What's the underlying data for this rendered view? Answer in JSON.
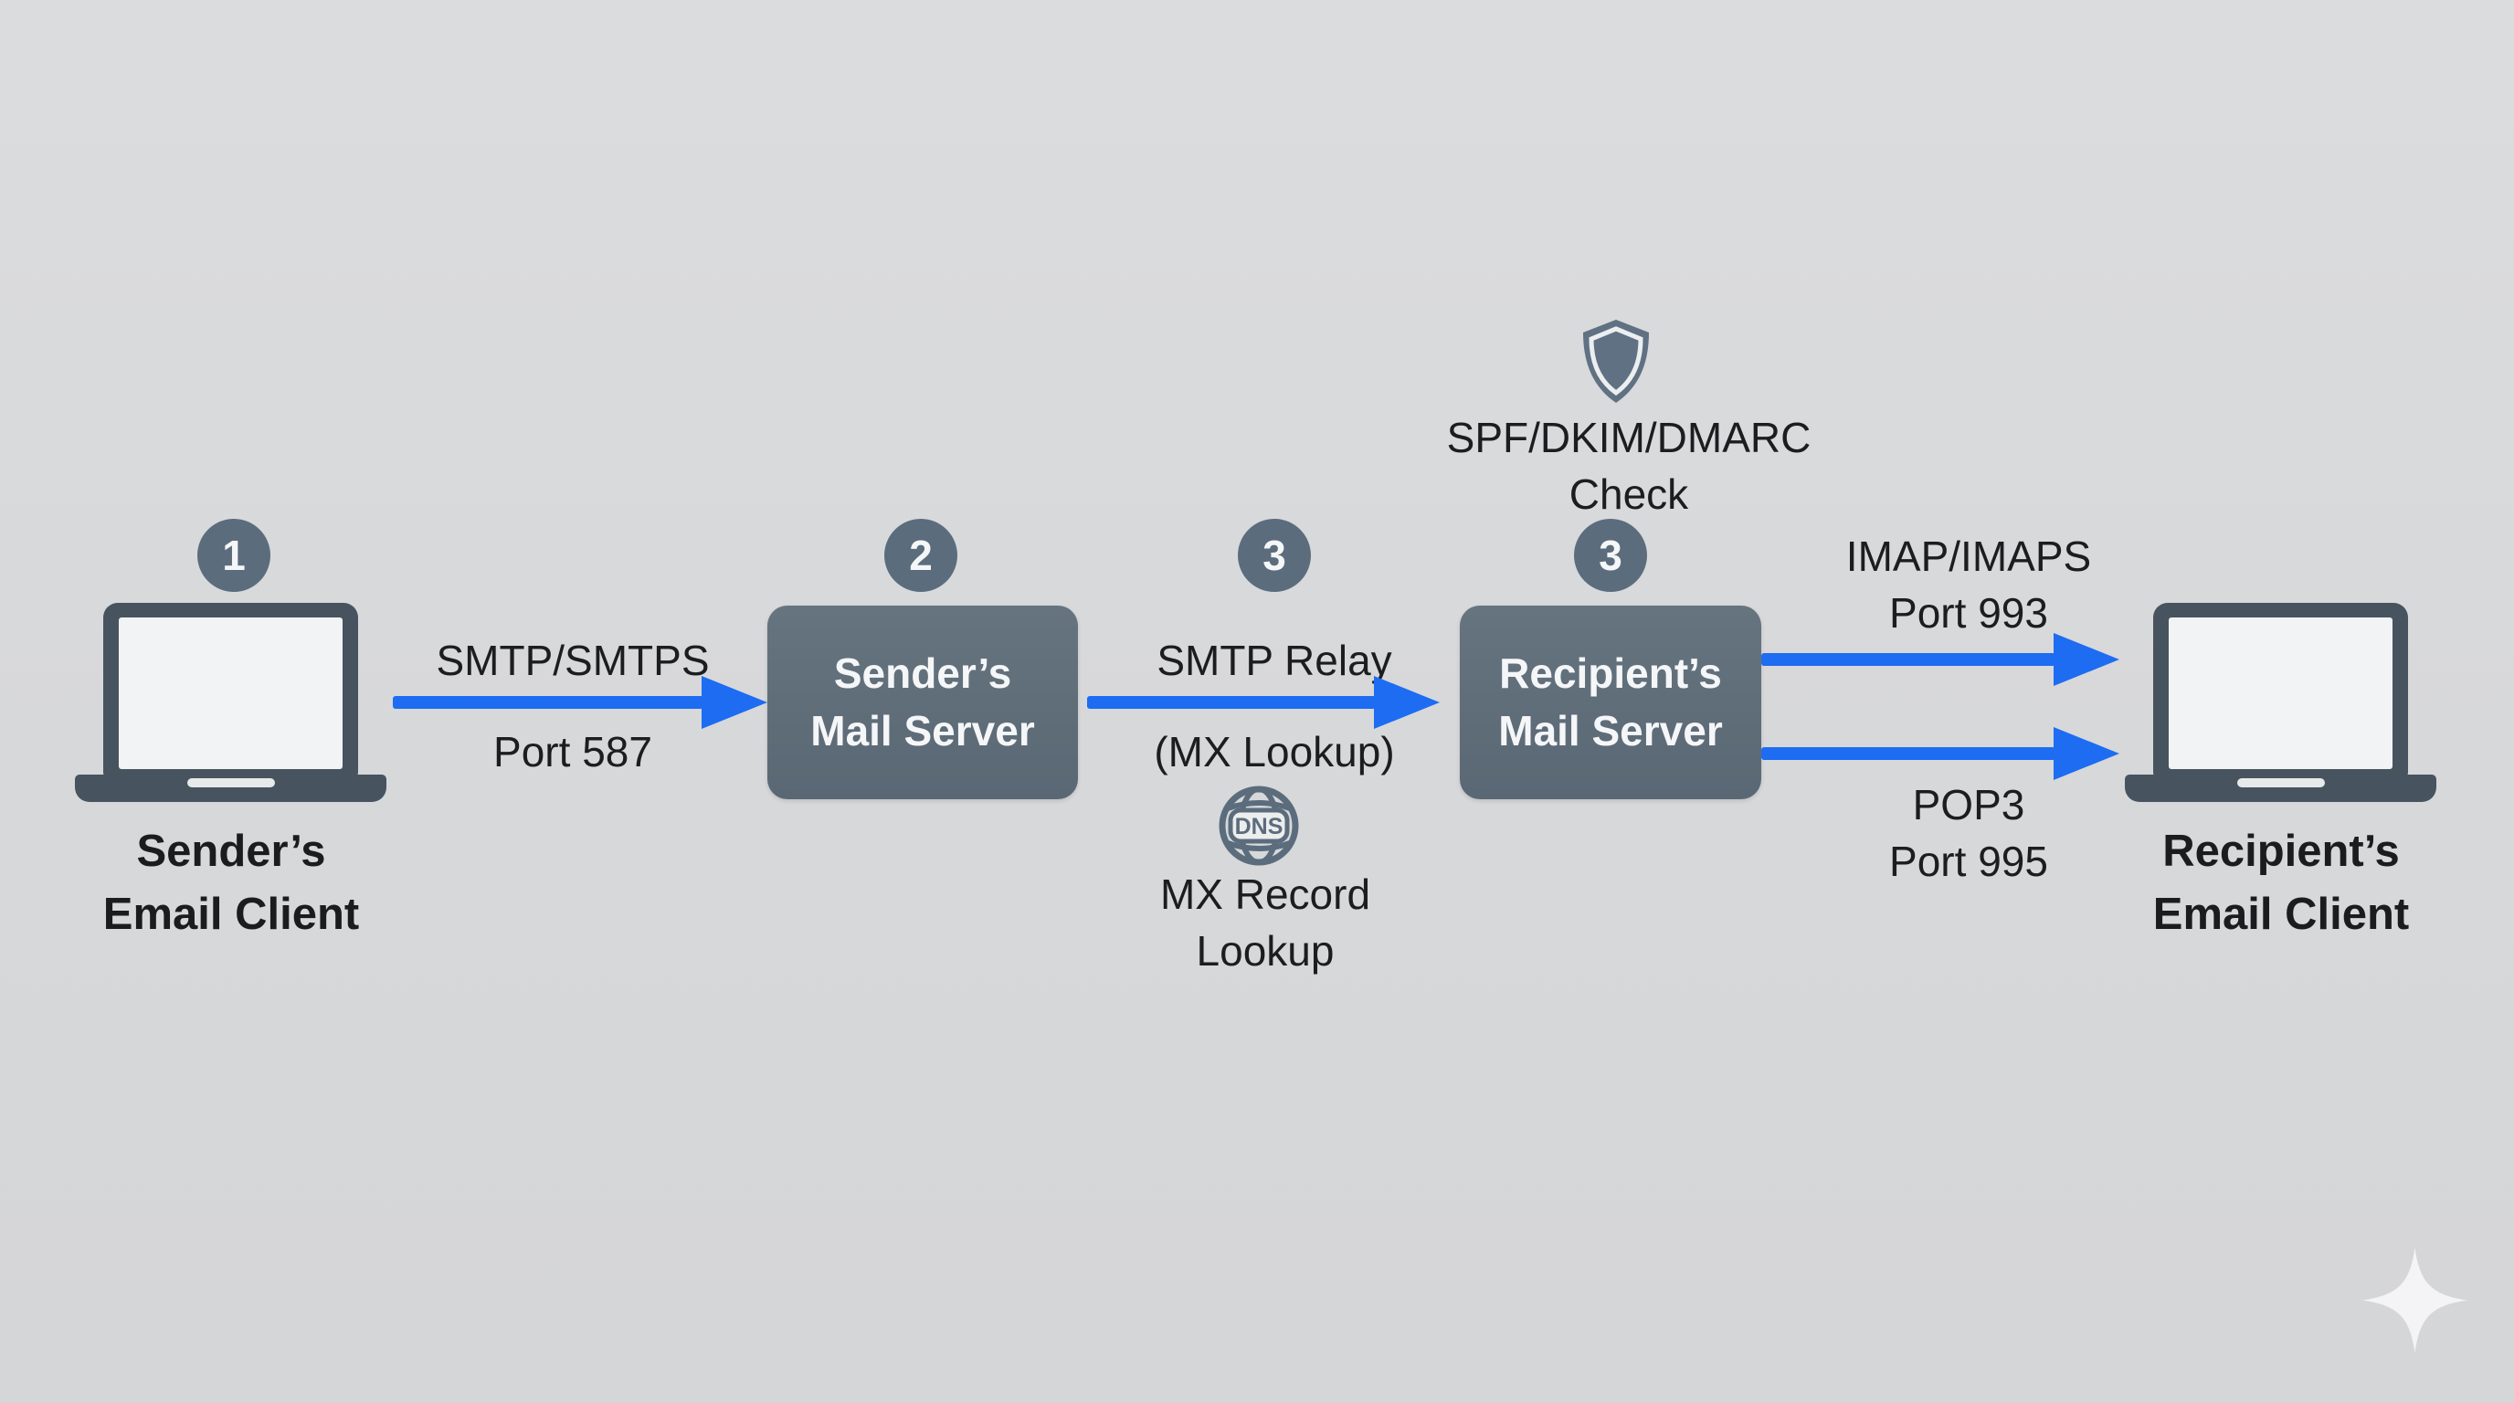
{
  "palette": {
    "background": "#d8d9db",
    "slate_box": "#5d6b79",
    "slate_icon": "#5b6c7d",
    "laptop_dark": "#47545f",
    "arrow_blue": "#1d6cf2",
    "text_dark": "#1b1c1e",
    "text_light": "#f5f6f8"
  },
  "steps": {
    "client_send": "1",
    "sender_server": "2",
    "relay": "3",
    "recipient_server": "3"
  },
  "sender_client": {
    "label_line1": "Sender’s",
    "label_line2": "Email Client"
  },
  "sender_server": {
    "title_line1": "Sender’s",
    "title_line2": "Mail Server"
  },
  "recipient_server": {
    "title_line1": "Recipient’s",
    "title_line2": "Mail Server"
  },
  "recipient_client": {
    "label_line1": "Recipient’s",
    "label_line2": "Email Client"
  },
  "arrow_submission": {
    "label_top": "SMTP/SMTPS",
    "label_bottom": "Port 587"
  },
  "arrow_relay": {
    "label_top": "SMTP Relay",
    "label_bottom": "(MX Lookup)"
  },
  "arrow_imap": {
    "label_line1": "IMAP/IMAPS",
    "label_line2": "Port 993"
  },
  "arrow_pop3": {
    "label_line1": "POP3",
    "label_line2": "Port 995"
  },
  "dns_lookup": {
    "icon_label": "DNS",
    "label_line1": "MX Record",
    "label_line2": "Lookup"
  },
  "security_check": {
    "label_line1": "SPF/DKIM/DMARC",
    "label_line2": "Check"
  }
}
